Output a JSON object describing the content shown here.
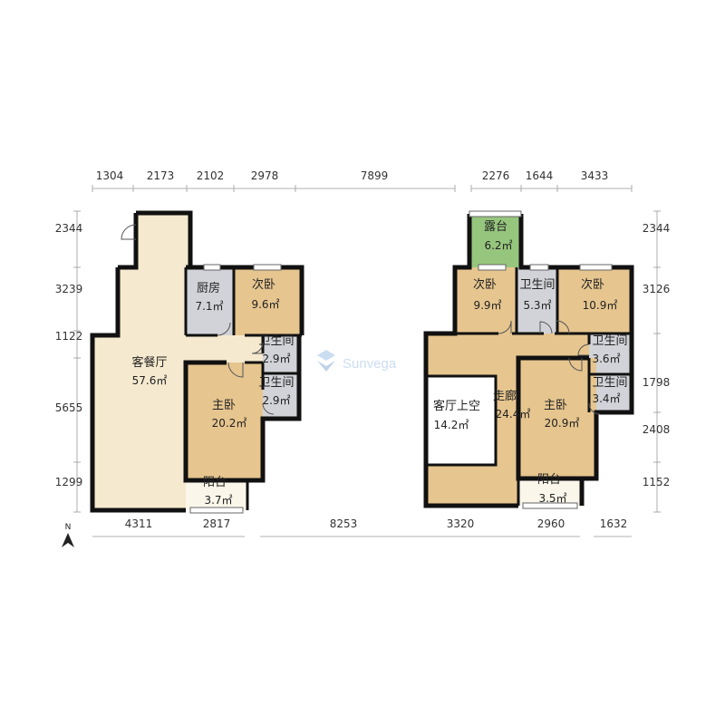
{
  "top_dims_left": [
    "1304",
    "2173",
    "2102",
    "2978",
    "7899"
  ],
  "top_dims_right": [
    "2276",
    "1644",
    "3433"
  ],
  "bottom_dims_left": [
    "4311",
    "2817",
    "8253"
  ],
  "bottom_dims_right": [
    "3320",
    "2960",
    "1632"
  ],
  "left_dims": [
    "2344",
    "3239",
    "1122",
    "5655",
    "1299"
  ],
  "right_dims": [
    "2344",
    "3126",
    "1798",
    "2408",
    "1152"
  ],
  "rooms_left": {
    "living": {
      "name": "客餐厅",
      "area": "57.6㎡"
    },
    "kitchen": {
      "name": "厨房",
      "area": "7.1㎡"
    },
    "bed2": {
      "name": "次卧",
      "area": "9.6㎡"
    },
    "bath1": {
      "name": "卫生间",
      "area": "2.9㎡"
    },
    "bath2": {
      "name": "卫生间",
      "area": "2.9㎡"
    },
    "master": {
      "name": "主卧",
      "area": "20.2㎡"
    },
    "balcony": {
      "name": "阳台",
      "area": "3.7㎡"
    }
  },
  "rooms_right": {
    "terrace": {
      "name": "露台",
      "area": "6.2㎡"
    },
    "bed_a": {
      "name": "次卧",
      "area": "9.9㎡"
    },
    "bath_a": {
      "name": "卫生间",
      "area": "5.3㎡"
    },
    "bed_b": {
      "name": "次卧",
      "area": "10.9㎡"
    },
    "bath_b": {
      "name": "卫生间",
      "area": "3.6㎡"
    },
    "bath_c": {
      "name": "卫生间",
      "area": "3.4㎡"
    },
    "void": {
      "name": "客厅上空",
      "area": "14.2㎡"
    },
    "corridor": {
      "name": "走廊",
      "area": "24.4㎡"
    },
    "master": {
      "name": "主卧",
      "area": "20.9㎡"
    },
    "balcony": {
      "name": "阳台",
      "area": "3.5㎡"
    }
  },
  "watermark": "Sunvega",
  "compass": "N",
  "colors": {
    "living": "#f5e9cf",
    "bedroom": "#e6c58f",
    "wet": "#d2d3d8",
    "terrace": "#96c67d",
    "void": "#ffffff",
    "balcony": "#fbf6ea"
  }
}
